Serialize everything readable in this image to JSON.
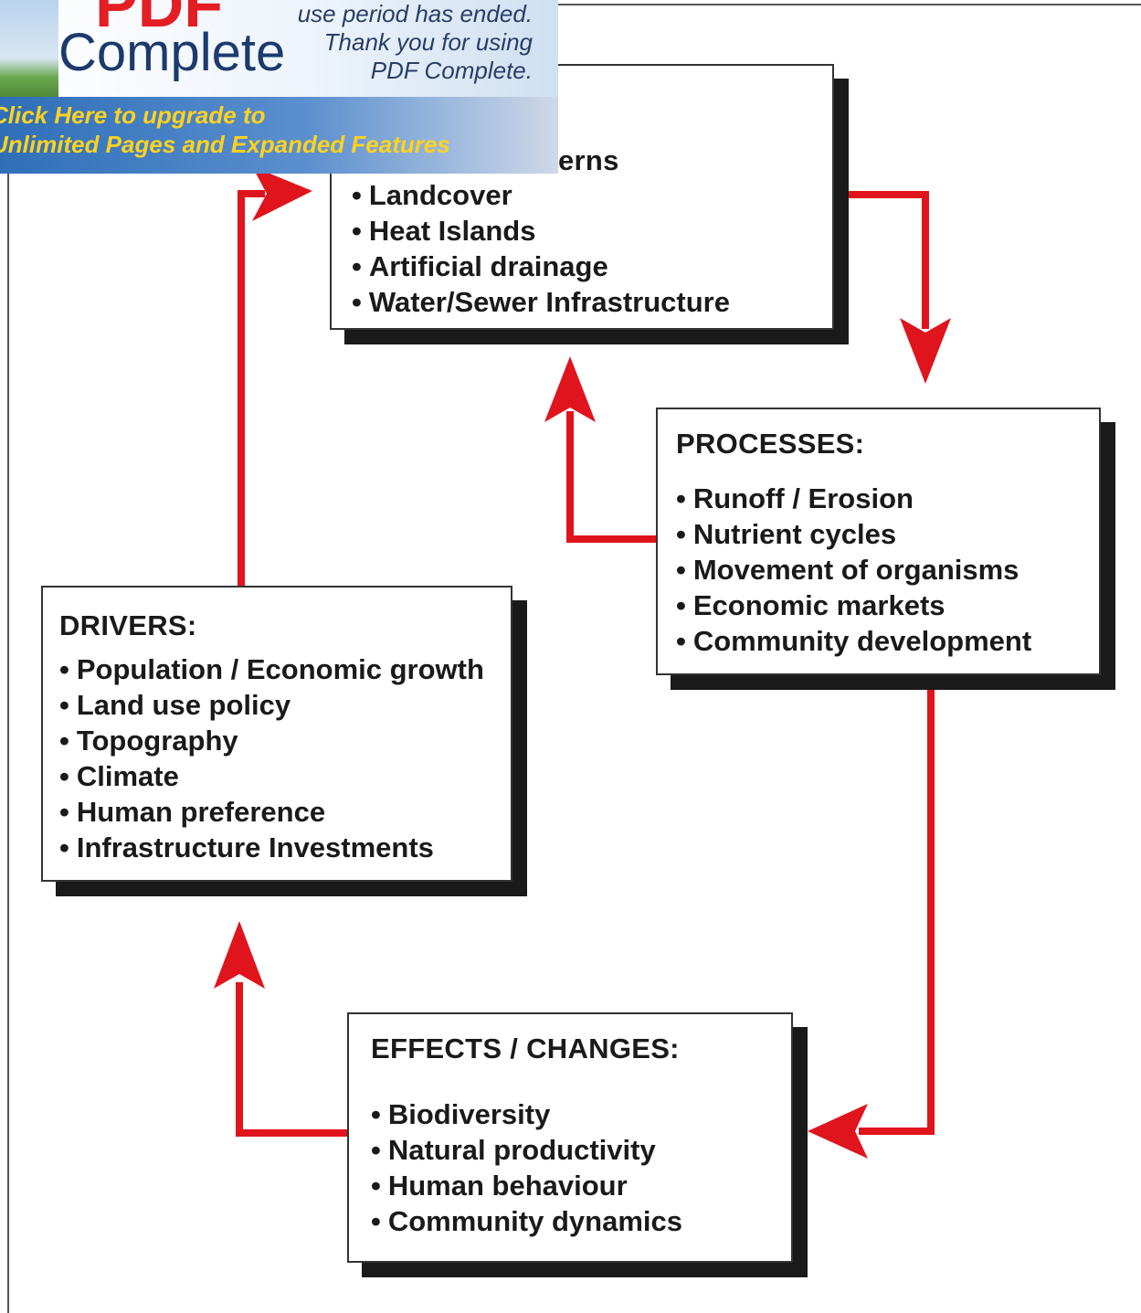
{
  "banner": {
    "logo_pdf": "PDF",
    "logo_complete": "Complete",
    "message_lines": [
      "use period has ended.",
      "Thank you for using",
      "PDF Complete."
    ],
    "link_lines": [
      "Click Here to upgrade to",
      "Unlimited Pages and Expanded Features"
    ]
  },
  "boxes": {
    "patterns": {
      "heading": "erns",
      "items": [
        "Landcover",
        "Heat Islands",
        "Artificial drainage",
        "Water/Sewer Infrastructure"
      ]
    },
    "processes": {
      "heading": "PROCESSES:",
      "items": [
        "Runoff / Erosion",
        "Nutrient cycles",
        "Movement of organisms",
        "Economic markets",
        "Community development"
      ]
    },
    "drivers": {
      "heading": "DRIVERS:",
      "items": [
        "Population / Economic growth",
        "Land use policy",
        "Topography",
        "Climate",
        "Human preference",
        "Infrastructure Investments"
      ]
    },
    "effects": {
      "heading": "EFFECTS / CHANGES:",
      "items": [
        "Biodiversity",
        "Natural productivity",
        "Human behaviour",
        "Community dynamics"
      ]
    }
  },
  "colors": {
    "arrow": "#e0141c",
    "box_shadow": "#1a1a1a"
  }
}
